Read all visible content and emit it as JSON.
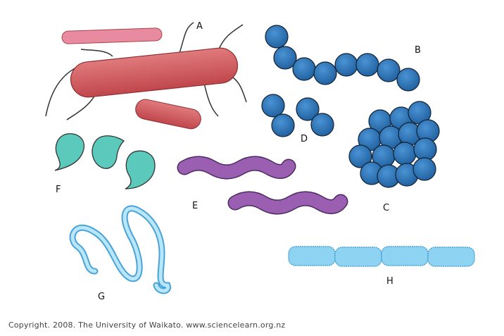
{
  "labels": {
    "A": "A",
    "B": "B",
    "C": "C",
    "D": "D",
    "E": "E",
    "F": "F",
    "G": "G",
    "H": "H"
  },
  "copyright": "Copyright. 2008. The University of Waikato. www.sciencelearn.org.nz",
  "colors": {
    "bacilli": "#d05a5e",
    "cocci": "#2f76b8",
    "spirilla": "#9a5fb0",
    "vibrio": "#5cc9bd",
    "spirochete": "#8fd3f2",
    "streptobacilli": "#8fd3f2"
  }
}
